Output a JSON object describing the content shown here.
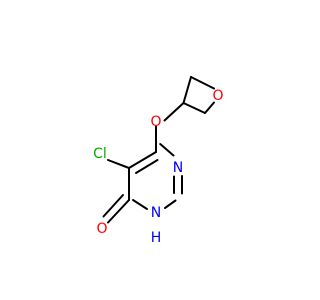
{
  "molecule": {
    "atoms": {
      "cl": {
        "label": "Cl",
        "color": "#00b000"
      },
      "o_ether": {
        "label": "O",
        "color": "#ff0000"
      },
      "o_ring": {
        "label": "O",
        "color": "#ff0000"
      },
      "n1": {
        "label": "N",
        "color": "#0000ff"
      },
      "nh": {
        "label": "N",
        "color": "#0000ff"
      },
      "h": {
        "label": "H",
        "color": "#0000ff"
      },
      "o_keto": {
        "label": "O",
        "color": "#ff0000"
      }
    }
  }
}
